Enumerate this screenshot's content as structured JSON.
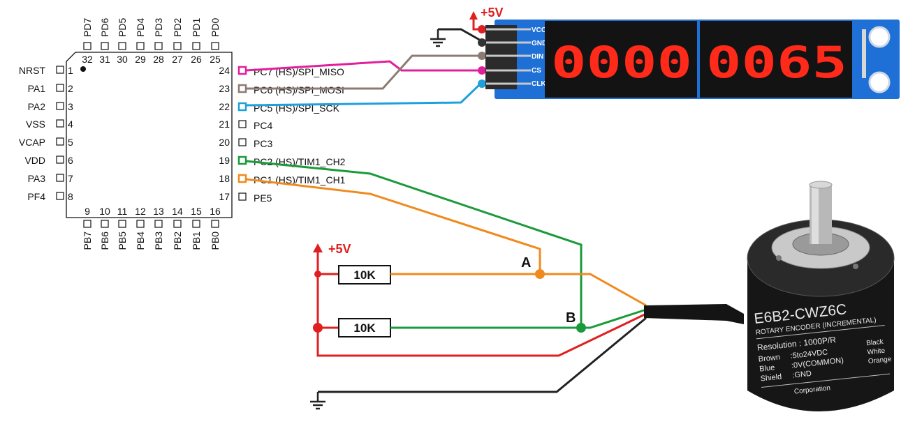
{
  "mcu": {
    "top_pins": [
      {
        "num": "32",
        "name": "PD7"
      },
      {
        "num": "31",
        "name": "PD6"
      },
      {
        "num": "30",
        "name": "PD5"
      },
      {
        "num": "29",
        "name": "PD4"
      },
      {
        "num": "28",
        "name": "PD3"
      },
      {
        "num": "27",
        "name": "PD2"
      },
      {
        "num": "26",
        "name": "PD1"
      },
      {
        "num": "25",
        "name": "PD0"
      }
    ],
    "bottom_pins": [
      {
        "num": "9",
        "name": "PB7"
      },
      {
        "num": "10",
        "name": "PB6"
      },
      {
        "num": "11",
        "name": "PB5"
      },
      {
        "num": "12",
        "name": "PB4"
      },
      {
        "num": "13",
        "name": "PB3"
      },
      {
        "num": "14",
        "name": "PB2"
      },
      {
        "num": "15",
        "name": "PB1"
      },
      {
        "num": "16",
        "name": "PB0"
      }
    ],
    "left_pins": [
      {
        "num": "1",
        "name": "NRST"
      },
      {
        "num": "2",
        "name": "PA1"
      },
      {
        "num": "3",
        "name": "PA2"
      },
      {
        "num": "4",
        "name": "VSS"
      },
      {
        "num": "5",
        "name": "VCAP"
      },
      {
        "num": "6",
        "name": "VDD"
      },
      {
        "num": "7",
        "name": "PA3"
      },
      {
        "num": "8",
        "name": "PF4"
      }
    ],
    "right_pins": [
      {
        "num": "24",
        "name": "PC7 (HS)/SPI_MISO",
        "color": "#e0209a"
      },
      {
        "num": "23",
        "name": "PC6 (HS)/SPI_MOSI",
        "color": "#8c7b73"
      },
      {
        "num": "22",
        "name": "PC5 (HS)/SPI_SCK",
        "color": "#1ea0dc"
      },
      {
        "num": "21",
        "name": "PC4",
        "color": ""
      },
      {
        "num": "20",
        "name": "PC3",
        "color": ""
      },
      {
        "num": "19",
        "name": "PC2 (HS)/TIM1_CH2",
        "color": "#1a9a3a"
      },
      {
        "num": "18",
        "name": "PC1 (HS)/TIM1_CH1",
        "color": "#f08a1e"
      },
      {
        "num": "17",
        "name": "PE5",
        "color": ""
      }
    ]
  },
  "display": {
    "power_label": "+5V",
    "pin_labels": [
      "VCC",
      "GND",
      "DIN",
      "CS",
      "CLK"
    ],
    "digits_left": "0000",
    "digits_right": "0065",
    "colors": {
      "wire_vcc": "#e02020",
      "wire_gnd": "#222222",
      "wire_din": "#8c7b73",
      "wire_cs": "#e0209a",
      "wire_clk": "#1ea0dc",
      "board": "#1e6fd6",
      "segment": "#ff2a1a"
    }
  },
  "circuit": {
    "power_label": "+5V",
    "resistor_a": "10K",
    "resistor_b": "10K",
    "node_a": "A",
    "node_b": "B",
    "colors": {
      "red": "#e02020",
      "orange": "#f08a1e",
      "green": "#1a9a3a",
      "black": "#222222"
    }
  },
  "encoder": {
    "model": "E6B2-CWZ6C",
    "type": "ROTARY ENCODER (INCREMENTAL)",
    "resolution": "Resolution : 1000P/R",
    "brown": "Brown",
    "brown_val": ":5to24VDC",
    "blue": "Blue",
    "blue_val": ":0V(COMMON)",
    "shield": "Shield",
    "shield_val": ":GND",
    "maker": "Corporation",
    "side_black": "Black",
    "side_white": "White",
    "side_orange": "Orange"
  }
}
